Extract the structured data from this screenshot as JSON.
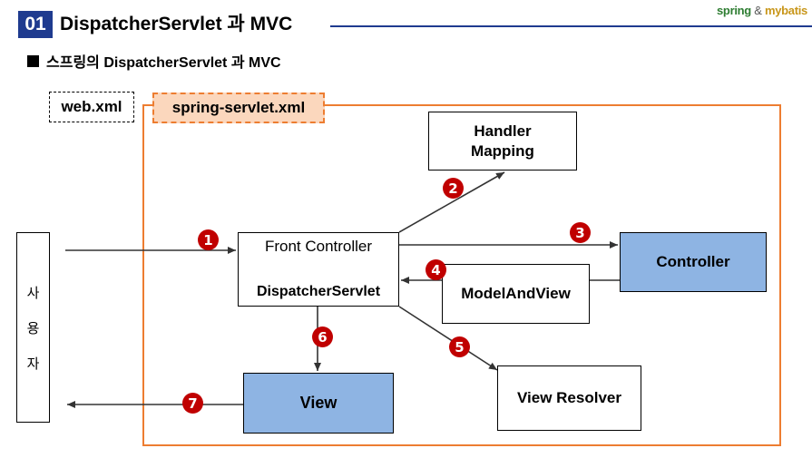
{
  "header": {
    "section_number": "01",
    "section_title": "DispatcherServlet 과 MVC",
    "brand_spring": "spring",
    "brand_amp": "&",
    "brand_mybatis": "mybatis"
  },
  "subtitle": "스프링의 DispatcherServlet 과 MVC",
  "tags": {
    "web_xml": "web.xml",
    "spring_servlet_xml": "spring-servlet.xml"
  },
  "boxes": {
    "user": [
      "사",
      "용",
      "자"
    ],
    "handler_mapping": [
      "Handler",
      "Mapping"
    ],
    "front_controller": "Front Controller",
    "dispatcher_servlet": "DispatcherServlet",
    "controller": "Controller",
    "model_and_view": "ModelAndView",
    "view": "View",
    "view_resolver": "View Resolver"
  },
  "steps": [
    "1",
    "2",
    "3",
    "4",
    "5",
    "6",
    "7"
  ],
  "colors": {
    "accent_blue": "#1f3b8f",
    "frame_orange": "#ed7d31",
    "tag_fill": "#fbd7bd",
    "box_blue": "#8eb4e3",
    "badge_red": "#c00000"
  }
}
